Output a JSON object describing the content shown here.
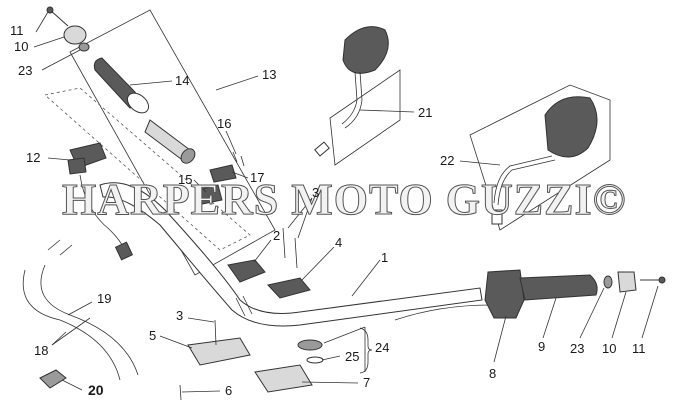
{
  "diagram": {
    "watermark": "HARPERS MOTO GUZZI©",
    "callouts": [
      {
        "id": "c-11a",
        "text": "11"
      },
      {
        "id": "c-10a",
        "text": "10"
      },
      {
        "id": "c-23a",
        "text": "23"
      },
      {
        "id": "c-14",
        "text": "14"
      },
      {
        "id": "c-13",
        "text": "13"
      },
      {
        "id": "c-16",
        "text": "16"
      },
      {
        "id": "c-12",
        "text": "12"
      },
      {
        "id": "c-15",
        "text": "15"
      },
      {
        "id": "c-17",
        "text": "17"
      },
      {
        "id": "c-21",
        "text": "21"
      },
      {
        "id": "c-22",
        "text": "22"
      },
      {
        "id": "c-3a",
        "text": "3"
      },
      {
        "id": "c-2",
        "text": "2"
      },
      {
        "id": "c-4",
        "text": "4"
      },
      {
        "id": "c-1",
        "text": "1"
      },
      {
        "id": "c-19",
        "text": "19"
      },
      {
        "id": "c-18",
        "text": "18"
      },
      {
        "id": "c-3b",
        "text": "3"
      },
      {
        "id": "c-5",
        "text": "5"
      },
      {
        "id": "c-24",
        "text": "24"
      },
      {
        "id": "c-25",
        "text": "25"
      },
      {
        "id": "c-6",
        "text": "6"
      },
      {
        "id": "c-7",
        "text": "7"
      },
      {
        "id": "c-20",
        "text": "20"
      },
      {
        "id": "c-8",
        "text": "8"
      },
      {
        "id": "c-9",
        "text": "9"
      },
      {
        "id": "c-23b",
        "text": "23"
      },
      {
        "id": "c-10b",
        "text": "10"
      },
      {
        "id": "c-11b",
        "text": "11"
      }
    ]
  }
}
